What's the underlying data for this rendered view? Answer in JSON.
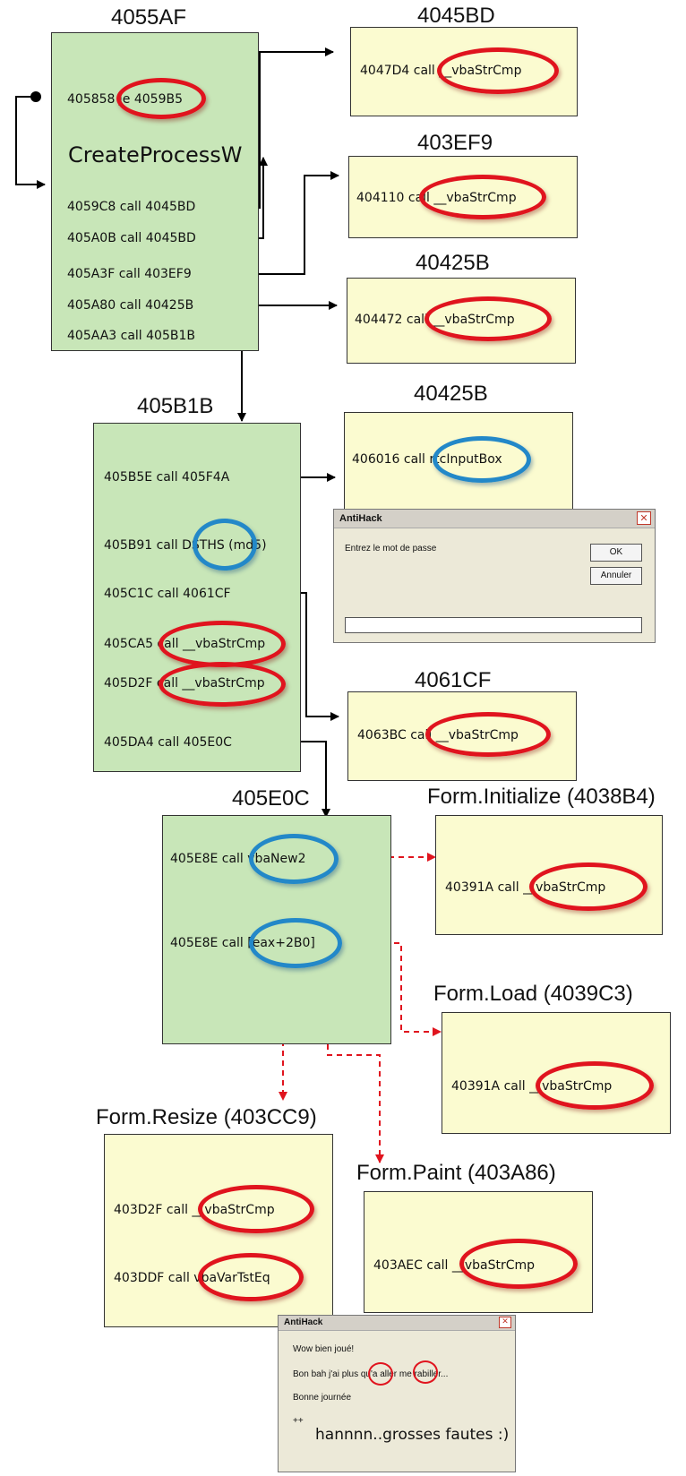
{
  "colors": {
    "green_box": "#c8e6b8",
    "yellow_box": "#fbfbd0",
    "red_ring": "#e0141e",
    "blue_ring": "#2388c8",
    "red_dashed_arrow": "#e0141e"
  },
  "main": {
    "title": "4055AF",
    "row1": "405858   je 4059B5",
    "headline": "CreateProcessW",
    "calls": [
      "4059C8   call 4045BD",
      "405A0B   call 4045BD",
      "405A3F   call 403EF9",
      "405A80   call 40425B",
      "405AA3   call 405B1B"
    ]
  },
  "b4045bd": {
    "title": "4045BD",
    "text": "4047D4   call __vbaStrCmp"
  },
  "b403ef9": {
    "title": "403EF9",
    "text": "404110  call __vbaStrCmp"
  },
  "b40425b": {
    "title": "40425B",
    "text": "404472  call __vbaStrCmp"
  },
  "b405b1b": {
    "title": "405B1B",
    "rows": [
      "405B5E   call 405F4A",
      "405B91   call      DSTHS (md5)",
      "405C1C   call 4061CF",
      "405CA5   call __vbaStrCmp",
      "405D2F   call __vbaStrCmp",
      "405DA4   call 405E0C"
    ]
  },
  "b40425b_2": {
    "title": "40425B",
    "text": "406016 call     rtcInputBox"
  },
  "dialog1": {
    "title": "AntiHack",
    "prompt": "Entrez le mot de passe",
    "ok": "OK",
    "cancel": "Annuler",
    "close_icon": "close-icon"
  },
  "b4061cf": {
    "title": "4061CF",
    "text": "4063BC   call __vbaStrCmp"
  },
  "b405e0c": {
    "title": "405E0C",
    "row1": "405E8E call      vbaNew2",
    "row2": "405E8E call      [eax+2B0]"
  },
  "form_initialize": {
    "title": "Form.Initialize (4038B4)",
    "text": "40391A   call __vbaStrCmp"
  },
  "form_load": {
    "title": "Form.Load (4039C3)",
    "text": "40391A   call __vbaStrCmp"
  },
  "form_resize": {
    "title": "Form.Resize (403CC9)",
    "row1": "403D2F  call __vbaStrCmp",
    "row2": "403DDF  call vbaVarTstEq"
  },
  "form_paint": {
    "title": "Form.Paint (403A86)",
    "text": "403AEC   call __vbaStrCmp"
  },
  "dialog2": {
    "title": "AntiHack",
    "line1": "Wow bien joué!",
    "line2": "Bon bah j'ai plus qu'a aller me rabiller...",
    "line3": "Bonne journée",
    "line4": "++",
    "close_icon": "close-icon"
  },
  "note": "hannnn..grosses fautes :)"
}
